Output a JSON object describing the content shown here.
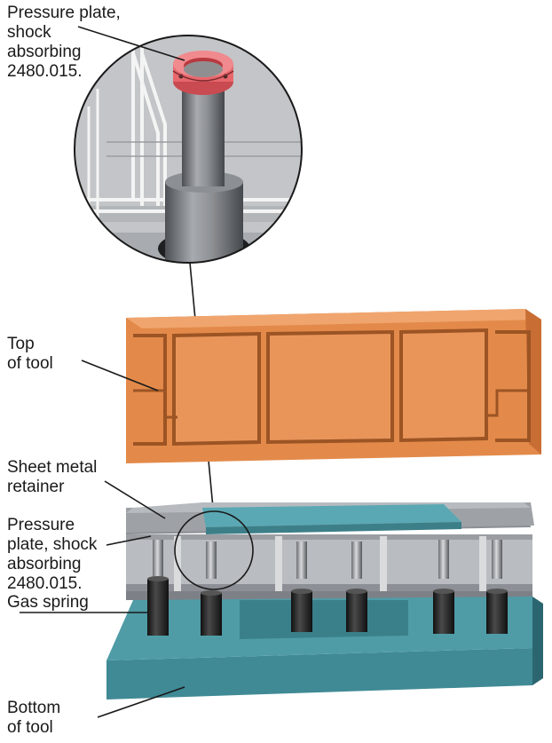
{
  "labels": {
    "pressure_plate_top": "Pressure plate,\nshock\nabsorbing\n2480.015.",
    "top_of_tool": "Top\nof tool",
    "sheet_metal_retainer": "Sheet metal\nretainer",
    "pressure_plate_side": "Pressure\nplate, shock\nabsorbing\n2480.015.",
    "gas_spring": "Gas spring",
    "bottom_of_tool": "Bottom\nof tool"
  },
  "colors": {
    "top_tool": "#e38a4a",
    "top_tool_dark": "#b2622c",
    "bottom_tool": "#3f8a95",
    "bottom_tool_dark": "#2b6670",
    "retainer": "#8c9096",
    "gas_spring_cylinder": "#2a2a2a",
    "pressure_plate": "#e8676c",
    "detail_bg": "#c9cbcd"
  }
}
